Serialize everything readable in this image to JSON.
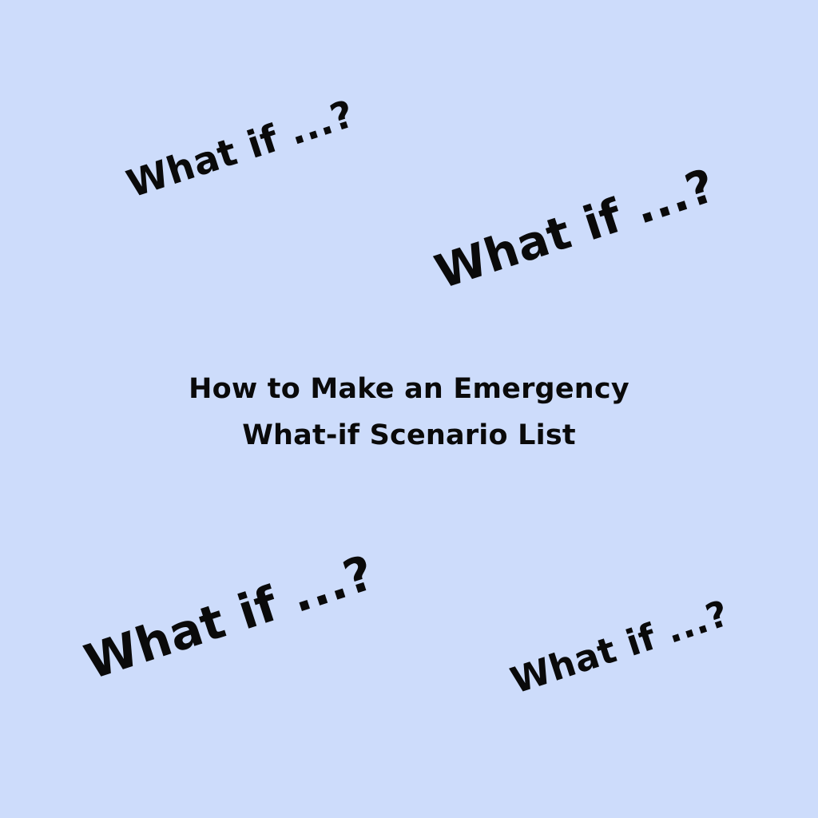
{
  "background_color": "#cddcfb",
  "text_color": "#0a0a0a",
  "phrases": [
    {
      "text": "What if ...?"
    },
    {
      "text": "What if ...?"
    },
    {
      "text": "What if ...?"
    },
    {
      "text": "What if ...?"
    }
  ],
  "title": {
    "line1": "How to Make an Emergency",
    "line2": "What-if Scenario List"
  }
}
